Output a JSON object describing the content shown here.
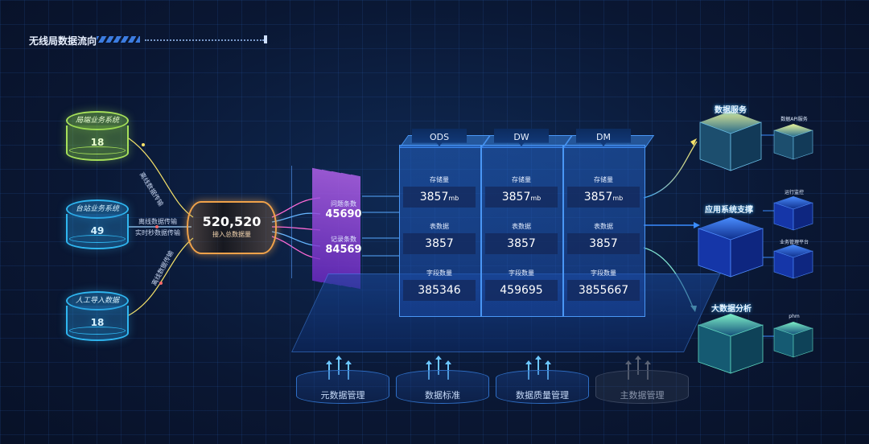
{
  "title": "无线局数据流向",
  "sources": [
    {
      "label": "局端业务系统",
      "value": "18"
    },
    {
      "label": "台站业务系统",
      "value": "49"
    },
    {
      "label": "人工导入数据",
      "value": "18"
    }
  ],
  "edges": {
    "top": "离线数据传输",
    "mid_1": "离线数据传输",
    "mid_2": "实时秒数据传输",
    "bottom": "离线数据传输"
  },
  "total": {
    "value": "520,520",
    "label": "接入总数据量"
  },
  "metrics": [
    {
      "label": "问题条数",
      "value": "45690"
    },
    {
      "label": "记录条数",
      "value": "84569"
    }
  ],
  "warehouse": {
    "row_labels": {
      "storage": "存储量",
      "tables": "表数据",
      "fields": "字段数量"
    },
    "unit": "mb",
    "layers": [
      {
        "name": "ODS",
        "storage": "3857",
        "tables": "3857",
        "fields": "385346"
      },
      {
        "name": "DW",
        "storage": "3857",
        "tables": "3857",
        "fields": "459695"
      },
      {
        "name": "DM",
        "storage": "3857",
        "tables": "3857",
        "fields": "3855667"
      }
    ]
  },
  "outputs": [
    {
      "label": "数据服务",
      "sub": [
        "数据API服务"
      ]
    },
    {
      "label": "应用系统支撑",
      "sub": [
        "运行监控",
        "业务管理平台"
      ]
    },
    {
      "label": "大数据分析",
      "sub": [
        "phm"
      ]
    }
  ],
  "modules": [
    {
      "label": "元数据管理",
      "active": true
    },
    {
      "label": "数据标准",
      "active": true
    },
    {
      "label": "数据质量管理",
      "active": true
    },
    {
      "label": "主数据管理",
      "active": false
    }
  ],
  "colors": {
    "green": "#a6e05a",
    "blue": "#2fb6f0",
    "orange": "#f0a24a",
    "purple": "#b060e8",
    "accent": "#4a97f5"
  }
}
